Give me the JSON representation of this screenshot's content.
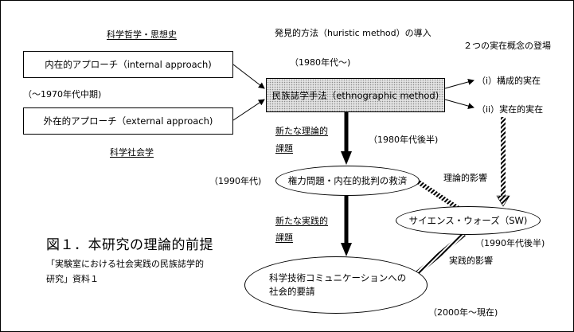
{
  "headings": {
    "philosophy": "科学哲学・思想史",
    "method": "発見的方法（huristic method）の導入",
    "two_concepts": "２つの実在概念の登場",
    "sociology": "科学社会学"
  },
  "boxes": {
    "internal": "内在的アプローチ（internal approach)",
    "external": "外在的アプローチ（external approach)",
    "ethnographic": "民族誌学手法（ethnographic method)"
  },
  "ovals": {
    "power": "権力問題・内在的批判の救済",
    "science_wars": "サイエンス・ウォーズ（SW)",
    "communication_line1": "科学技術コミュニケーションへの",
    "communication_line2": "社会的要請"
  },
  "labels": {
    "until_1970": "（〜1970年代中期)",
    "from_1980": "（1980年代〜)",
    "late_1980": "（1980年代後半)",
    "in_1990": "（1990年代)",
    "late_1990": "（1990年代後半)",
    "since_2000": "（2000年〜現在)",
    "reality_i": "（i）構成的実在",
    "reality_ii": "（ii）実在的実在",
    "new_theory_line1": "新たな理論的",
    "new_theory_line2": "課題",
    "new_practice_line1": "新たな実践的",
    "new_practice_line2": "課題",
    "theory_influence": "理論的影響",
    "practice_influence": "実践的影響"
  },
  "figure": {
    "title": "図１．本研究の理論的前提",
    "caption_line1": "「実験室における社会実践の民族誌学的",
    "caption_line2": "研究」資料１"
  }
}
